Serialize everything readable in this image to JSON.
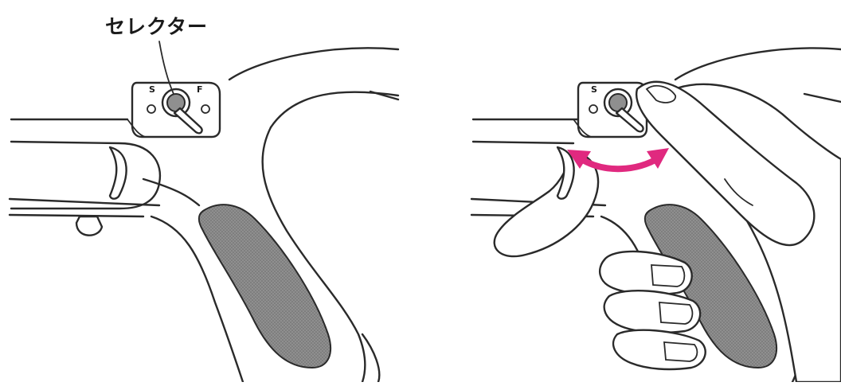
{
  "callout": {
    "label": "セレクター"
  },
  "selector_marks": {
    "safe": "S",
    "fire": "F"
  },
  "colors": {
    "line": "#2a2a2a",
    "grip_texture": "#8a8a8a",
    "arrow": "#e0297f",
    "background": "#ffffff"
  }
}
